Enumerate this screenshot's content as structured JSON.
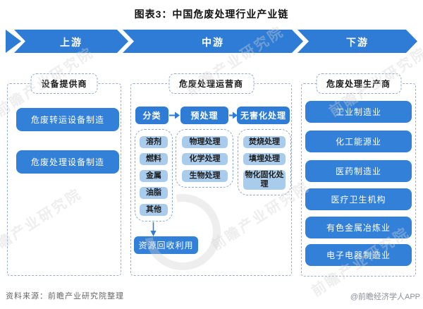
{
  "title": "图表3：中国危废处理行业产业链",
  "banner": {
    "segments": [
      {
        "label": "上游"
      },
      {
        "label": "中游"
      },
      {
        "label": "下游"
      }
    ]
  },
  "columns": {
    "upstream": {
      "header": "设备提供商",
      "boxes": [
        "危废转运设备制造",
        "危废处理设备制造"
      ]
    },
    "midstream": {
      "header": "危废处理运营商",
      "stages": [
        "分类",
        "预处理",
        "无害化处理"
      ],
      "classification_items": [
        "溶剂",
        "燃料",
        "金属",
        "油脂",
        "其他"
      ],
      "pretreatment_items": [
        "物理处理",
        "化学处理",
        "生物处理"
      ],
      "harmless_items": [
        "焚烧处理",
        "填埋处理",
        "物化固化处理"
      ],
      "recycle_box": "资源回收利用"
    },
    "downstream": {
      "header": "危废处理生产商",
      "boxes": [
        "工业制造业",
        "化工能源业",
        "医药制造业",
        "医疗卫生机构",
        "有色金属冶炼业",
        "电子电器制造业"
      ]
    }
  },
  "footer": {
    "source": "资料来源：前瞻产业研究院整理",
    "credit": "@前瞻经济学人APP"
  },
  "watermark": {
    "text": "前瞻产业研究院"
  },
  "colors": {
    "banner_blue": "#2e7cd5",
    "box_blue": "#3380d9",
    "light_blue": "#a9cbec",
    "dashed_border": "#9aafcb"
  }
}
